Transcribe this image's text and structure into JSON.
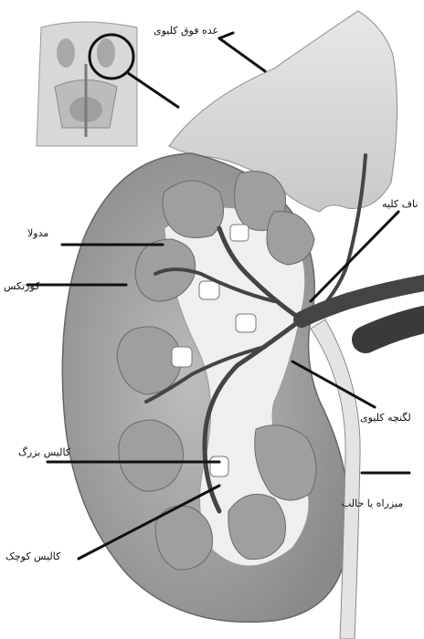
{
  "diagram": {
    "labels": {
      "adrenal": "غده فوق کلیوی",
      "renal_vein": "ناف کلیه",
      "medulla": "مدولا",
      "cortex": "کورتکس",
      "pelvis": "لگنچه کلیوی",
      "major_calyx": "کالیس بزرگ",
      "ureter": "میزراه یا حالب",
      "minor_calyx": "کالیس کوچک"
    }
  }
}
